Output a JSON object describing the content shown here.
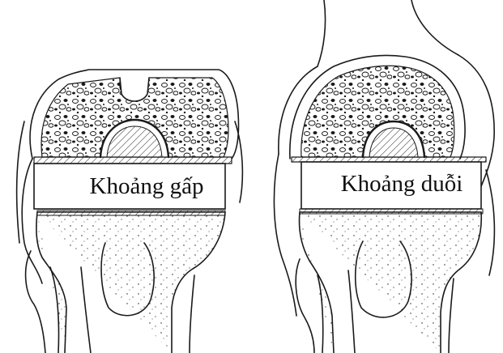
{
  "panels": [
    {
      "id": "flexion",
      "label": "Khoảng gấp"
    },
    {
      "id": "extension",
      "label": "Khoảng duỗi"
    }
  ],
  "colors": {
    "line": "#1a1a1a",
    "background": "#ffffff",
    "cortex": "#ffffff"
  }
}
